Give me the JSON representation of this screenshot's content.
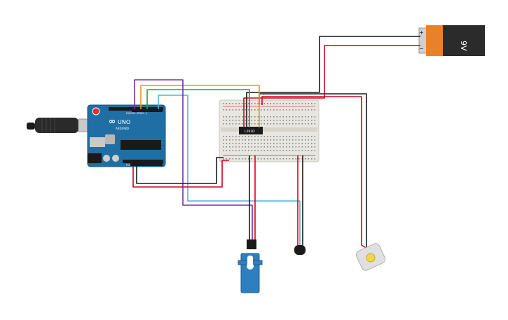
{
  "battery": {
    "label": "9V",
    "plus": "+",
    "minus": "−"
  },
  "arduino": {
    "brand": "UNO",
    "maker": "ARDUINO",
    "digital_label": "DIGITAL (PWM ~)",
    "power_label": "POWER",
    "analog_label": "ANALOG IN"
  },
  "ic": {
    "label": "L293D"
  },
  "colors": {
    "red": "#d0021b",
    "black": "#1a1a1a",
    "purple": "#7b2fa0",
    "orange": "#e39a1c",
    "green": "#2e9e3a",
    "cyan": "#4fb4d8",
    "board": "#1f6fa5",
    "breadboard": "#e8e6e0",
    "battery_body": "#2b2b2b",
    "battery_band": "#e8822a",
    "servo": "#2e7fc0",
    "motor": "#e0e0e0"
  }
}
